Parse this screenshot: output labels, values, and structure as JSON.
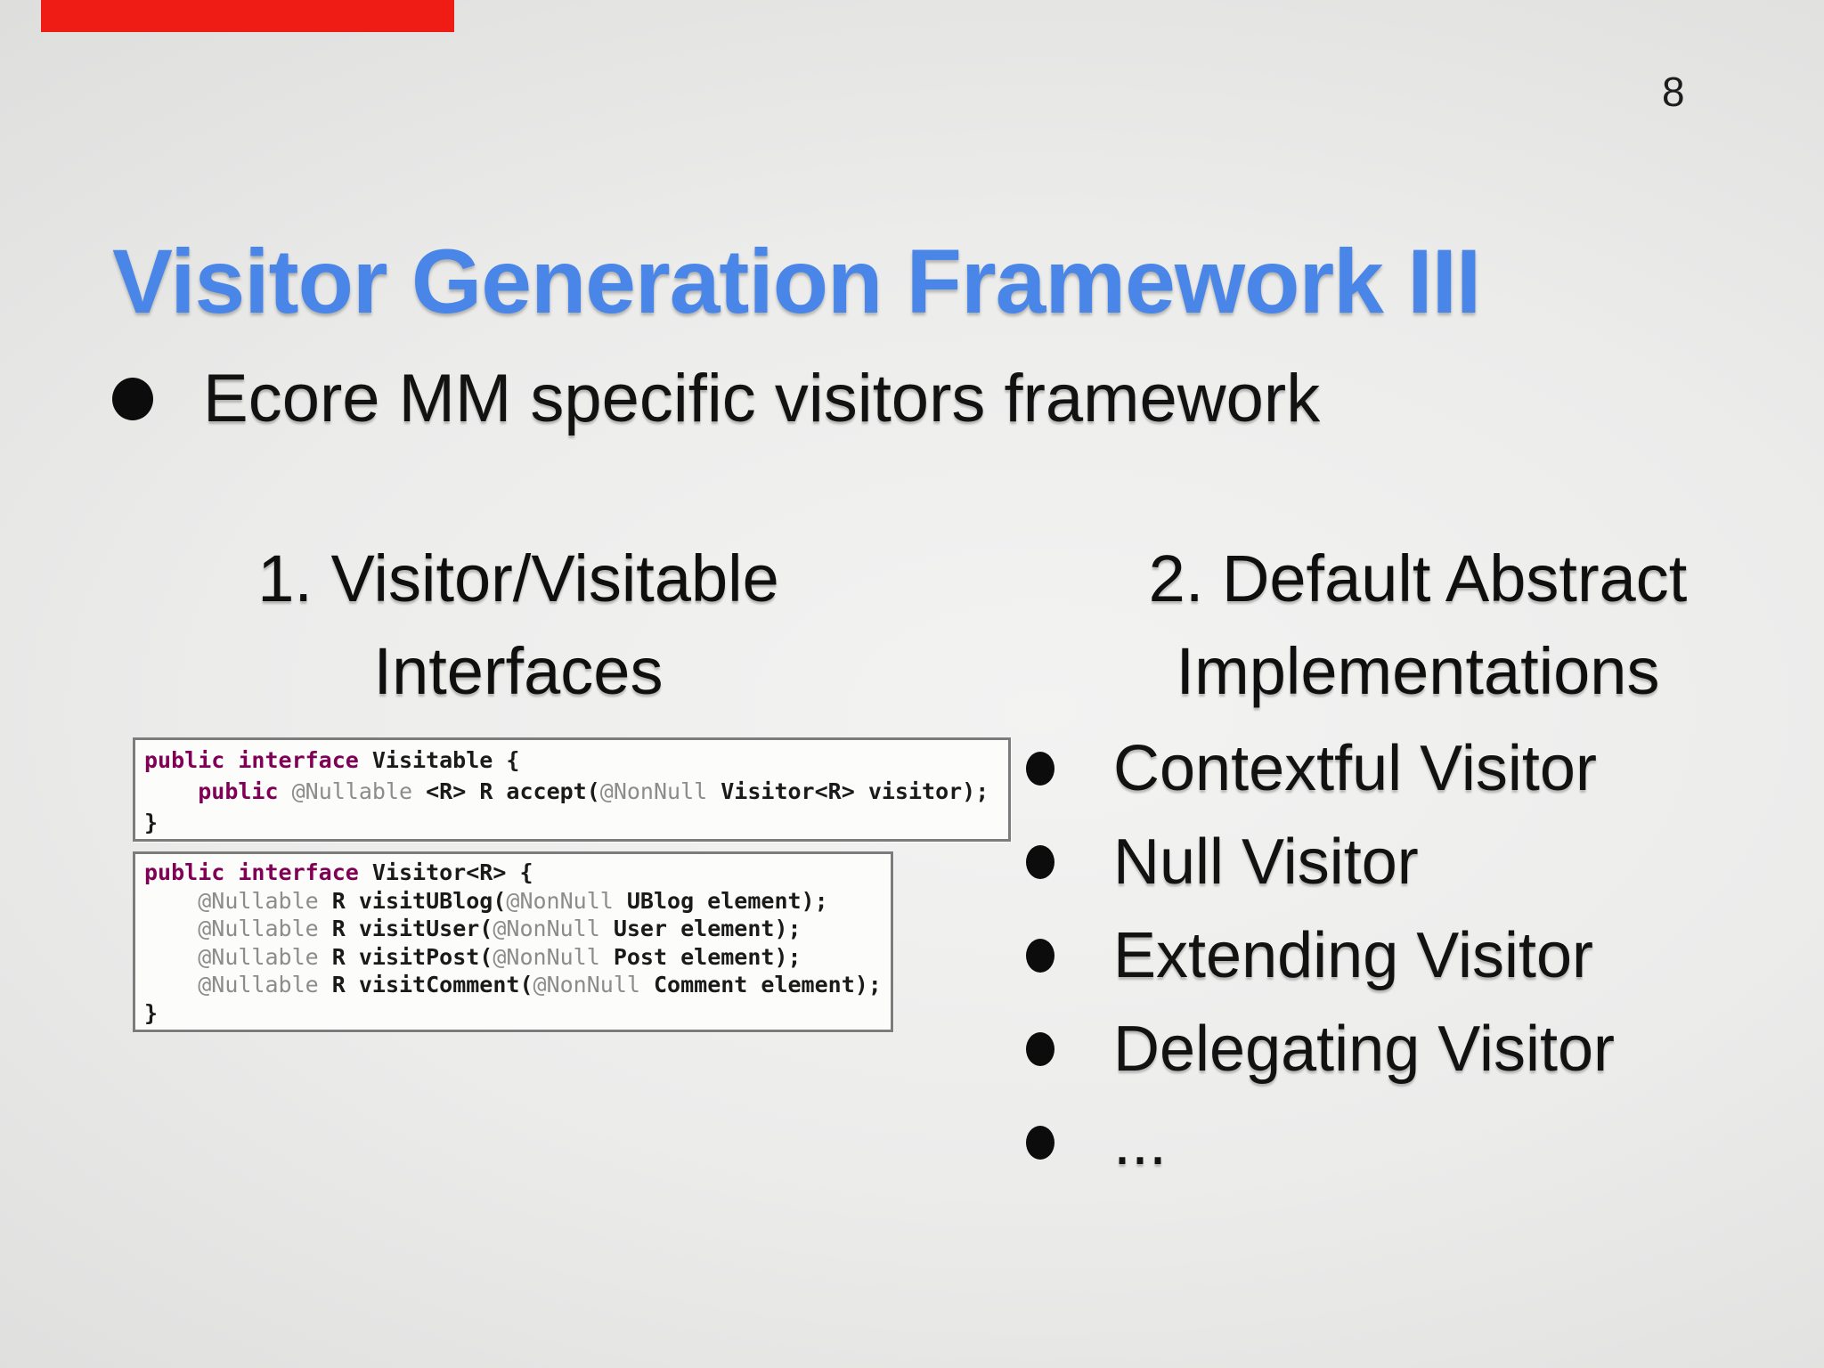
{
  "page_number": "8",
  "title": "Visitor Generation Framework III",
  "colors": {
    "title_blue": "#4a86e8",
    "red_bar": "#ee1c14",
    "code_keyword": "#7f0055",
    "code_annotation": "#8c8c8c",
    "code_plain": "#1a1a1a"
  },
  "main_bullet": "Ecore MM specific visitors framework",
  "columns": {
    "left": {
      "heading_line1": "1. Visitor/Visitable",
      "heading_line2": "Interfaces"
    },
    "right": {
      "heading_line1": "2. Default Abstract",
      "heading_line2": "Implementations",
      "bullets": [
        "Contextful Visitor",
        "Null Visitor",
        "Extending Visitor",
        "Delegating Visitor",
        "..."
      ]
    }
  },
  "code_boxes": [
    {
      "name": "visitable-interface-snippet",
      "lines": [
        [
          {
            "t": "k",
            "s": "public interface"
          },
          {
            "t": "c",
            "s": " Visitable {"
          }
        ],
        [
          {
            "t": "c",
            "s": "    "
          },
          {
            "t": "k",
            "s": "public"
          },
          {
            "t": "c",
            "s": " "
          },
          {
            "t": "a",
            "s": "@Nullable"
          },
          {
            "t": "c",
            "s": " <R> R accept("
          },
          {
            "t": "a",
            "s": "@NonNull"
          },
          {
            "t": "c",
            "s": " Visitor<R> visitor);"
          }
        ],
        [
          {
            "t": "c",
            "s": "}"
          }
        ]
      ]
    },
    {
      "name": "visitor-interface-snippet",
      "lines": [
        [
          {
            "t": "k",
            "s": "public interface"
          },
          {
            "t": "c",
            "s": " Visitor<R> {"
          }
        ],
        [
          {
            "t": "c",
            "s": "    "
          },
          {
            "t": "a",
            "s": "@Nullable"
          },
          {
            "t": "c",
            "s": " R visitUBlog("
          },
          {
            "t": "a",
            "s": "@NonNull"
          },
          {
            "t": "c",
            "s": " UBlog element);"
          }
        ],
        [
          {
            "t": "c",
            "s": "    "
          },
          {
            "t": "a",
            "s": "@Nullable"
          },
          {
            "t": "c",
            "s": " R visitUser("
          },
          {
            "t": "a",
            "s": "@NonNull"
          },
          {
            "t": "c",
            "s": " User element);"
          }
        ],
        [
          {
            "t": "c",
            "s": "    "
          },
          {
            "t": "a",
            "s": "@Nullable"
          },
          {
            "t": "c",
            "s": " R visitPost("
          },
          {
            "t": "a",
            "s": "@NonNull"
          },
          {
            "t": "c",
            "s": " Post element);"
          }
        ],
        [
          {
            "t": "c",
            "s": "    "
          },
          {
            "t": "a",
            "s": "@Nullable"
          },
          {
            "t": "c",
            "s": " R visitComment("
          },
          {
            "t": "a",
            "s": "@NonNull"
          },
          {
            "t": "c",
            "s": " Comment element);"
          }
        ],
        [
          {
            "t": "c",
            "s": "}"
          }
        ]
      ]
    }
  ]
}
